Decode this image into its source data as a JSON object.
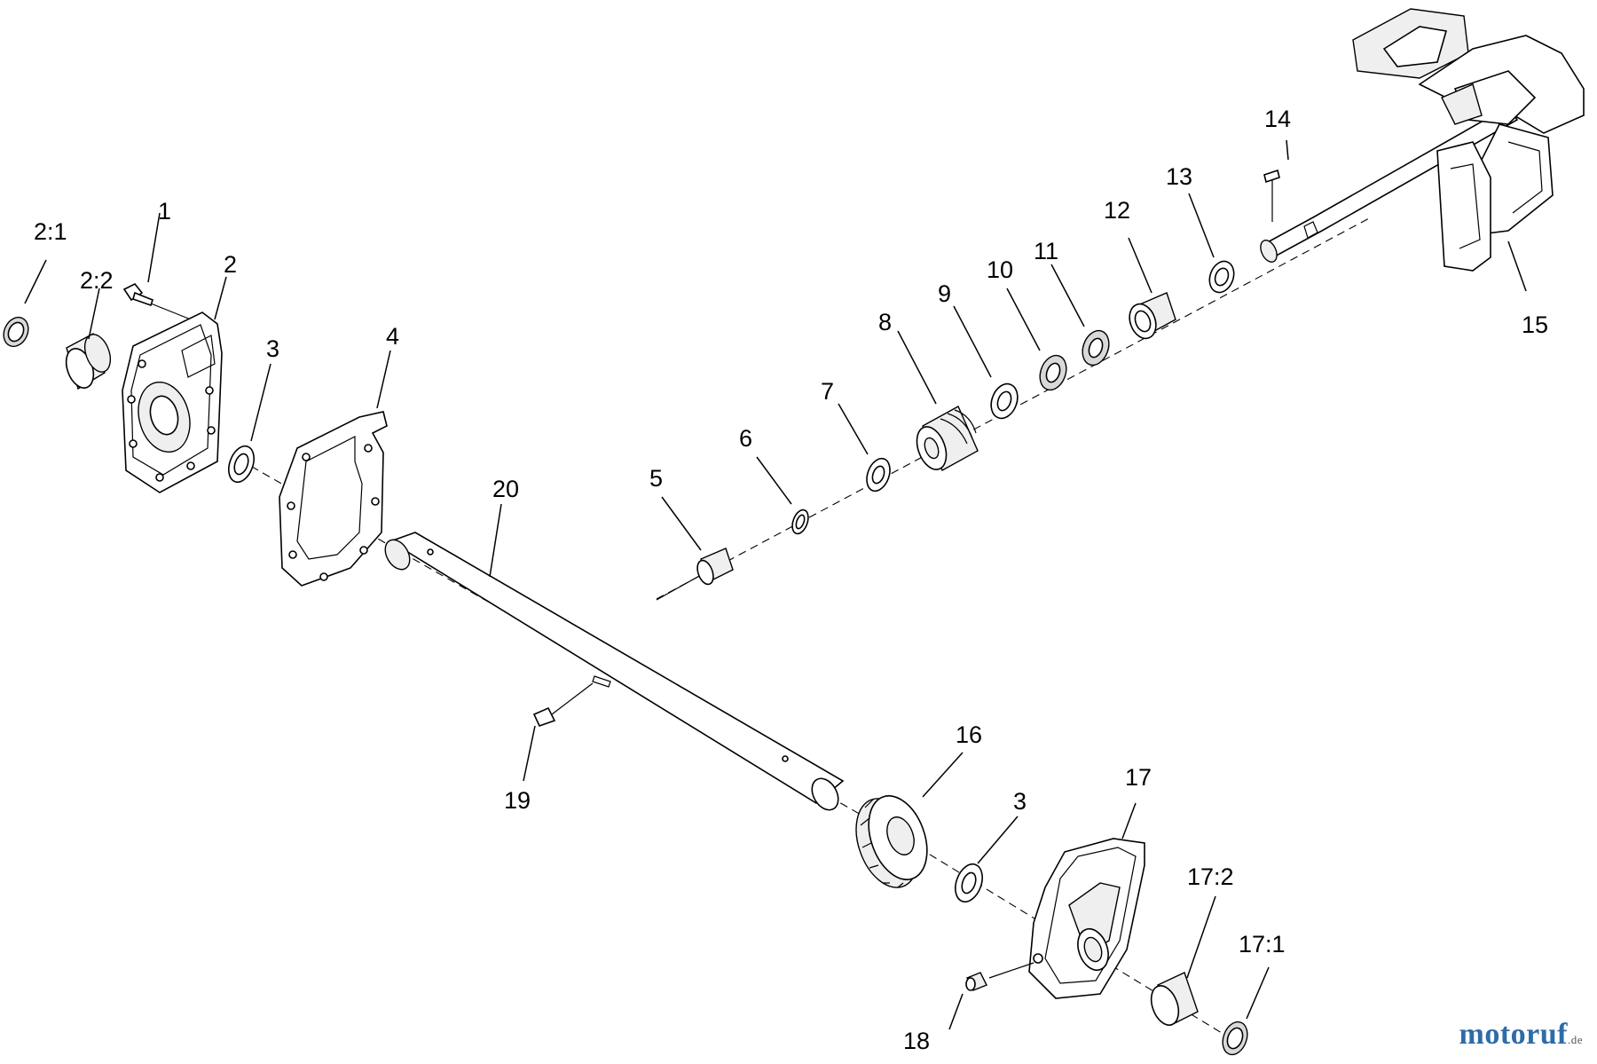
{
  "labels": {
    "l2_1": "2:1",
    "l1": "1",
    "l2_2": "2:2",
    "l2": "2",
    "l3a": "3",
    "l4": "4",
    "l20": "20",
    "l5": "5",
    "l6": "6",
    "l7": "7",
    "l8": "8",
    "l9": "9",
    "l10": "10",
    "l11": "11",
    "l12": "12",
    "l13": "13",
    "l14": "14",
    "l15": "15",
    "l16": "16",
    "l3b": "3",
    "l17": "17",
    "l17_2": "17:2",
    "l17_1": "17:1",
    "l18": "18",
    "l19": "19"
  },
  "watermark": {
    "main": "motoruf",
    "suffix": ".de"
  }
}
